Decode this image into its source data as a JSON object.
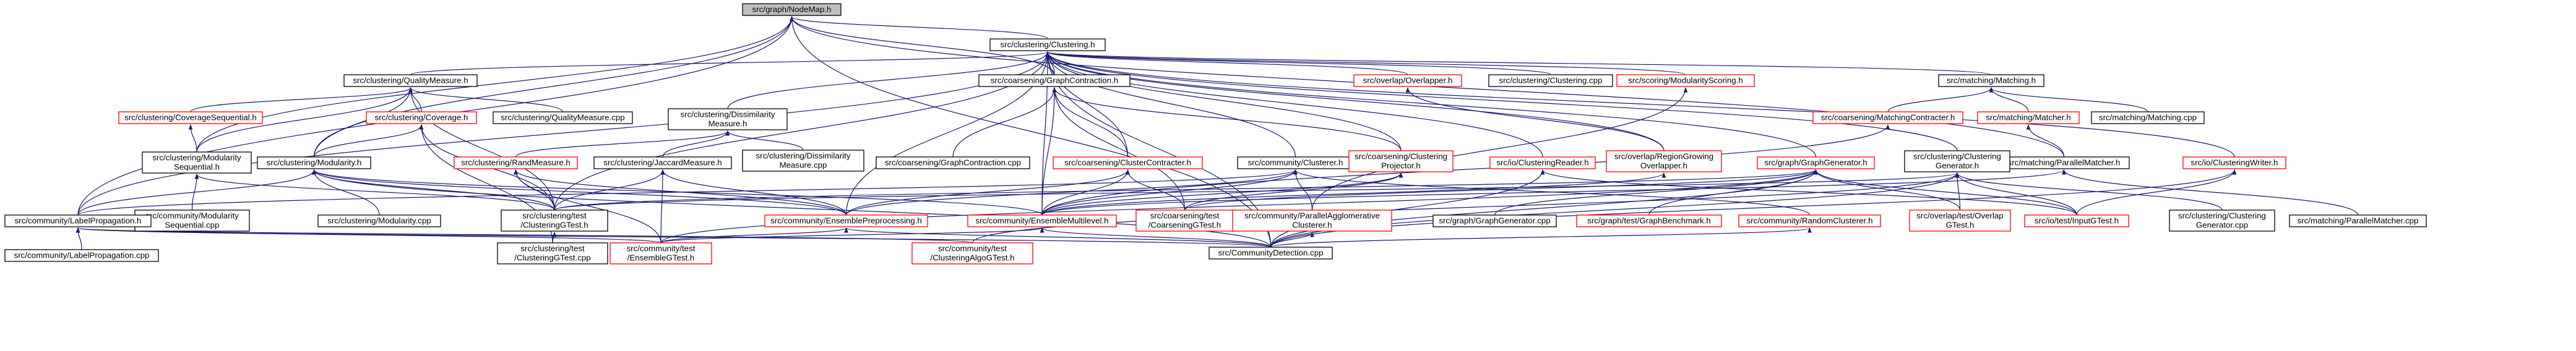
{
  "title": "",
  "colors": {
    "edge": "#191970",
    "node_border_normal": "#000000",
    "node_border_red": "#ff0000",
    "node_fill_root": "#bfbfbf",
    "node_fill": "#ffffff",
    "text": "#000000"
  },
  "nodes": [
    {
      "id": "nodemap",
      "lines": [
        "src/graph/NodeMap.h"
      ],
      "style": "root"
    },
    {
      "id": "clustering_h",
      "lines": [
        "src/clustering/Clustering.h"
      ],
      "style": "normal"
    },
    {
      "id": "qualitymeasure_h",
      "lines": [
        "src/clustering/QualityMeasure.h"
      ],
      "style": "normal"
    },
    {
      "id": "coverage_seq_h",
      "lines": [
        "src/clustering/CoverageSequential.h"
      ],
      "style": "red"
    },
    {
      "id": "coverage_h",
      "lines": [
        "src/clustering/Coverage.h"
      ],
      "style": "red"
    },
    {
      "id": "qualitymeasure_cpp",
      "lines": [
        "src/clustering/QualityMeasure.cpp"
      ],
      "style": "normal"
    },
    {
      "id": "dissim_h",
      "lines": [
        "src/clustering/Dissimilarity",
        "Measure.h"
      ],
      "style": "normal"
    },
    {
      "id": "coarsening_gc_h",
      "lines": [
        "src/coarsening/GraphContraction.h"
      ],
      "style": "normal"
    },
    {
      "id": "overlapper_h",
      "lines": [
        "src/overlap/Overlapper.h"
      ],
      "style": "red"
    },
    {
      "id": "clustering_cpp",
      "lines": [
        "src/clustering/Clustering.cpp"
      ],
      "style": "normal"
    },
    {
      "id": "modscoring_h",
      "lines": [
        "src/scoring/ModularityScoring.h"
      ],
      "style": "red"
    },
    {
      "id": "matching_h",
      "lines": [
        "src/matching/Matching.h"
      ],
      "style": "normal"
    },
    {
      "id": "matchingcontracter_h",
      "lines": [
        "src/coarsening/MatchingContracter.h"
      ],
      "style": "red"
    },
    {
      "id": "matcher_h",
      "lines": [
        "src/matching/Matcher.h"
      ],
      "style": "red"
    },
    {
      "id": "matching_cpp",
      "lines": [
        "src/matching/Matching.cpp"
      ],
      "style": "normal"
    },
    {
      "id": "parallelmatcher_h",
      "lines": [
        "src/matching/ParallelMatcher.h"
      ],
      "style": "normal"
    },
    {
      "id": "clusteringwriter_h",
      "lines": [
        "src/io/ClusteringWriter.h"
      ],
      "style": "red"
    },
    {
      "id": "modseq_h",
      "lines": [
        "src/clustering/Modularity",
        "Sequential.h"
      ],
      "style": "normal"
    },
    {
      "id": "modularity_h",
      "lines": [
        "src/clustering/Modularity.h"
      ],
      "style": "normal"
    },
    {
      "id": "randmeasure_h",
      "lines": [
        "src/clustering/RandMeasure.h"
      ],
      "style": "red"
    },
    {
      "id": "jaccard_h",
      "lines": [
        "src/clustering/JaccardMeasure.h"
      ],
      "style": "normal"
    },
    {
      "id": "dissim_cpp",
      "lines": [
        "src/clustering/Dissimilarity",
        "Measure.cpp"
      ],
      "style": "normal"
    },
    {
      "id": "gc_cpp",
      "lines": [
        "src/coarsening/GraphContraction.cpp"
      ],
      "style": "normal"
    },
    {
      "id": "clustercontracter_h",
      "lines": [
        "src/coarsening/ClusterContracter.h"
      ],
      "style": "red"
    },
    {
      "id": "clusterer_h",
      "lines": [
        "src/community/Clusterer.h"
      ],
      "style": "normal"
    },
    {
      "id": "ccprojector_h",
      "lines": [
        "src/coarsening/Clustering",
        "Projector.h"
      ],
      "style": "red"
    },
    {
      "id": "clusteringreader_h",
      "lines": [
        "src/io/ClusteringReader.h"
      ],
      "style": "red"
    },
    {
      "id": "regiongrowing_h",
      "lines": [
        "src/overlap/RegionGrowing",
        "Overlapper.h"
      ],
      "style": "red"
    },
    {
      "id": "graphgenerator_h",
      "lines": [
        "src/graph/GraphGenerator.h"
      ],
      "style": "red"
    },
    {
      "id": "clusteringgen_h",
      "lines": [
        "src/clustering/Clustering",
        "Generator.h"
      ],
      "style": "normal"
    },
    {
      "id": "modseq_cpp",
      "lines": [
        "src/community/Modularity",
        "Sequential.cpp"
      ],
      "style": "normal"
    },
    {
      "id": "labelprop_h",
      "lines": [
        "src/community/LabelPropagation.h"
      ],
      "style": "normal"
    },
    {
      "id": "clusteringgtest_h",
      "lines": [
        "src/clustering/test",
        "/ClusteringGTest.h"
      ],
      "style": "normal"
    },
    {
      "id": "modularity_cpp",
      "lines": [
        "src/clustering/Modularity.cpp"
      ],
      "style": "normal"
    },
    {
      "id": "ensemblepre_h",
      "lines": [
        "src/community/EnsemblePreprocessing.h"
      ],
      "style": "red"
    },
    {
      "id": "ensemblemulti_h",
      "lines": [
        "src/community/EnsembleMultilevel.h"
      ],
      "style": "red"
    },
    {
      "id": "coarseninggtest_h",
      "lines": [
        "src/coarsening/test",
        "/CoarseningGTest.h"
      ],
      "style": "red"
    },
    {
      "id": "parallelagg_h",
      "lines": [
        "src/community/ParallelAgglomerative",
        "Clusterer.h"
      ],
      "style": "red"
    },
    {
      "id": "graphgenerator_cpp",
      "lines": [
        "src/graph/GraphGenerator.cpp"
      ],
      "style": "normal"
    },
    {
      "id": "graphbenchmark_h",
      "lines": [
        "src/graph/test/GraphBenchmark.h"
      ],
      "style": "red"
    },
    {
      "id": "randomclusterer_h",
      "lines": [
        "src/community/RandomClusterer.h"
      ],
      "style": "red"
    },
    {
      "id": "overlapgtest_h",
      "lines": [
        "src/overlap/test/Overlap",
        "GTest.h"
      ],
      "style": "red"
    },
    {
      "id": "inputgtest_h",
      "lines": [
        "src/io/test/InputGTest.h"
      ],
      "style": "red"
    },
    {
      "id": "clusteringgen_cpp",
      "lines": [
        "src/clustering/Clustering",
        "Generator.cpp"
      ],
      "style": "normal"
    },
    {
      "id": "parallelmatcher_cpp",
      "lines": [
        "src/matching/ParallelMatcher.cpp"
      ],
      "style": "normal"
    },
    {
      "id": "labelprop_cpp",
      "lines": [
        "src/community/LabelPropagation.cpp"
      ],
      "style": "normal"
    },
    {
      "id": "clusteringgtest_cpp",
      "lines": [
        "src/clustering/test",
        "/ClusteringGTest.cpp"
      ],
      "style": "normal"
    },
    {
      "id": "ensemblegtest_h",
      "lines": [
        "src/community/test",
        "/EnsembleGTest.h"
      ],
      "style": "red"
    },
    {
      "id": "clusteringagg_h",
      "lines": [
        "src/community/test",
        "/ClusteringAlgoGTest.h"
      ],
      "style": "red"
    },
    {
      "id": "communitydetection_cpp",
      "lines": [
        "src/CommunityDetection.cpp"
      ],
      "style": "normal"
    }
  ],
  "edges": [
    [
      "nodemap",
      "clustering_h"
    ],
    [
      "nodemap",
      "labelprop_h"
    ],
    [
      "nodemap",
      "modseq_h"
    ],
    [
      "nodemap",
      "modularity_h"
    ],
    [
      "nodemap",
      "coarsening_gc_h"
    ],
    [
      "nodemap",
      "parallelmatcher_h"
    ],
    [
      "nodemap",
      "communitydetection_cpp"
    ],
    [
      "clustering_h",
      "qualitymeasure_h"
    ],
    [
      "clustering_h",
      "dissim_h"
    ],
    [
      "clustering_h",
      "coarsening_gc_h"
    ],
    [
      "clustering_h",
      "overlapper_h"
    ],
    [
      "clustering_h",
      "clustering_cpp"
    ],
    [
      "clustering_h",
      "modscoring_h"
    ],
    [
      "clustering_h",
      "matching_h"
    ],
    [
      "clustering_h",
      "clusteringwriter_h"
    ],
    [
      "clustering_h",
      "clusteringreader_h"
    ],
    [
      "clustering_h",
      "regiongrowing_h"
    ],
    [
      "clustering_h",
      "graphgenerator_h"
    ],
    [
      "clustering_h",
      "clusteringgen_h"
    ],
    [
      "clustering_h",
      "clusterer_h"
    ],
    [
      "clustering_h",
      "ccprojector_h"
    ],
    [
      "clustering_h",
      "clustercontracter_h"
    ],
    [
      "clustering_h",
      "ensemblepre_h"
    ],
    [
      "clustering_h",
      "ensemblemulti_h"
    ],
    [
      "clustering_h",
      "labelprop_h"
    ],
    [
      "clustering_h",
      "clusteringgtest_h"
    ],
    [
      "clustering_h",
      "communitydetection_cpp"
    ],
    [
      "qualitymeasure_h",
      "coverage_seq_h"
    ],
    [
      "qualitymeasure_h",
      "coverage_h"
    ],
    [
      "qualitymeasure_h",
      "qualitymeasure_cpp"
    ],
    [
      "qualitymeasure_h",
      "modseq_h"
    ],
    [
      "qualitymeasure_h",
      "modularity_h"
    ],
    [
      "qualitymeasure_h",
      "clusteringgtest_h"
    ],
    [
      "coverage_seq_h",
      "modseq_h"
    ],
    [
      "coverage_h",
      "modularity_h"
    ],
    [
      "coverage_h",
      "clusteringgtest_h"
    ],
    [
      "coverage_h",
      "clusteringgtest_cpp"
    ],
    [
      "dissim_h",
      "randmeasure_h"
    ],
    [
      "dissim_h",
      "jaccard_h"
    ],
    [
      "dissim_h",
      "dissim_cpp"
    ],
    [
      "coarsening_gc_h",
      "gc_cpp"
    ],
    [
      "coarsening_gc_h",
      "clustercontracter_h"
    ],
    [
      "coarsening_gc_h",
      "ccprojector_h"
    ],
    [
      "coarsening_gc_h",
      "ensemblemulti_h"
    ],
    [
      "coarsening_gc_h",
      "coarseninggtest_h"
    ],
    [
      "overlapper_h",
      "regiongrowing_h"
    ],
    [
      "modscoring_h",
      "parallelagg_h"
    ],
    [
      "matching_h",
      "matchingcontracter_h"
    ],
    [
      "matching_h",
      "matcher_h"
    ],
    [
      "matching_h",
      "matching_cpp"
    ],
    [
      "matchingcontracter_h",
      "ensemblemulti_h"
    ],
    [
      "matcher_h",
      "parallelmatcher_h"
    ],
    [
      "parallelmatcher_h",
      "parallelmatcher_cpp"
    ],
    [
      "parallelmatcher_h",
      "ensemblemulti_h"
    ],
    [
      "clusteringwriter_h",
      "inputgtest_h"
    ],
    [
      "clusteringwriter_h",
      "communitydetection_cpp"
    ],
    [
      "modseq_h",
      "modseq_cpp"
    ],
    [
      "modseq_h",
      "clusteringgtest_h"
    ],
    [
      "modularity_h",
      "modularity_cpp"
    ],
    [
      "modularity_h",
      "clusteringgtest_h"
    ],
    [
      "modularity_h",
      "ensemblepre_h"
    ],
    [
      "modularity_h",
      "ensemblemulti_h"
    ],
    [
      "modularity_h",
      "labelprop_h"
    ],
    [
      "modularity_h",
      "communitydetection_cpp"
    ],
    [
      "randmeasure_h",
      "clusteringgtest_h"
    ],
    [
      "randmeasure_h",
      "ensemblegtest_h"
    ],
    [
      "randmeasure_h",
      "ensemblepre_h"
    ],
    [
      "jaccard_h",
      "clusteringgtest_h"
    ],
    [
      "jaccard_h",
      "ensemblegtest_h"
    ],
    [
      "jaccard_h",
      "ensemblepre_h"
    ],
    [
      "clustercontracter_h",
      "ensemblemulti_h"
    ],
    [
      "clustercontracter_h",
      "coarseninggtest_h"
    ],
    [
      "clustercontracter_h",
      "ensemblepre_h"
    ],
    [
      "clusterer_h",
      "labelprop_h"
    ],
    [
      "clusterer_h",
      "ensemblepre_h"
    ],
    [
      "clusterer_h",
      "ensemblemulti_h"
    ],
    [
      "clusterer_h",
      "parallelagg_h"
    ],
    [
      "clusterer_h",
      "randomclusterer_h"
    ],
    [
      "ccprojector_h",
      "ensemblemulti_h"
    ],
    [
      "ccprojector_h",
      "coarseninggtest_h"
    ],
    [
      "clusteringreader_h",
      "inputgtest_h"
    ],
    [
      "clusteringreader_h",
      "communitydetection_cpp"
    ],
    [
      "regiongrowing_h",
      "ensemblemulti_h"
    ],
    [
      "graphgenerator_h",
      "graphgenerator_cpp"
    ],
    [
      "graphgenerator_h",
      "graphbenchmark_h"
    ],
    [
      "graphgenerator_h",
      "overlapgtest_h"
    ],
    [
      "graphgenerator_h",
      "inputgtest_h"
    ],
    [
      "graphgenerator_h",
      "clusteringgtest_h"
    ],
    [
      "graphgenerator_h",
      "coarseninggtest_h"
    ],
    [
      "graphgenerator_h",
      "communitydetection_cpp"
    ],
    [
      "graphgenerator_h",
      "ensemblegtest_h"
    ],
    [
      "clusteringgen_h",
      "clusteringgen_cpp"
    ],
    [
      "clusteringgen_h",
      "clusteringgtest_h"
    ],
    [
      "clusteringgen_h",
      "overlapgtest_h"
    ],
    [
      "clusteringgen_h",
      "inputgtest_h"
    ],
    [
      "clusteringgen_h",
      "clusteringagg_h"
    ],
    [
      "clusteringgen_h",
      "communitydetection_cpp"
    ],
    [
      "labelprop_h",
      "labelprop_cpp"
    ],
    [
      "labelprop_h",
      "ensemblegtest_h"
    ],
    [
      "labelprop_h",
      "clusteringagg_h"
    ],
    [
      "labelprop_h",
      "communitydetection_cpp"
    ],
    [
      "clusteringgtest_h",
      "clusteringgtest_cpp"
    ],
    [
      "ensemblepre_h",
      "ensemblegtest_h"
    ],
    [
      "ensemblepre_h",
      "communitydetection_cpp"
    ],
    [
      "ensemblemulti_h",
      "ensemblegtest_h"
    ],
    [
      "ensemblemulti_h",
      "communitydetection_cpp"
    ],
    [
      "parallelagg_h",
      "communitydetection_cpp"
    ],
    [
      "randomclusterer_h",
      "communitydetection_cpp"
    ]
  ]
}
